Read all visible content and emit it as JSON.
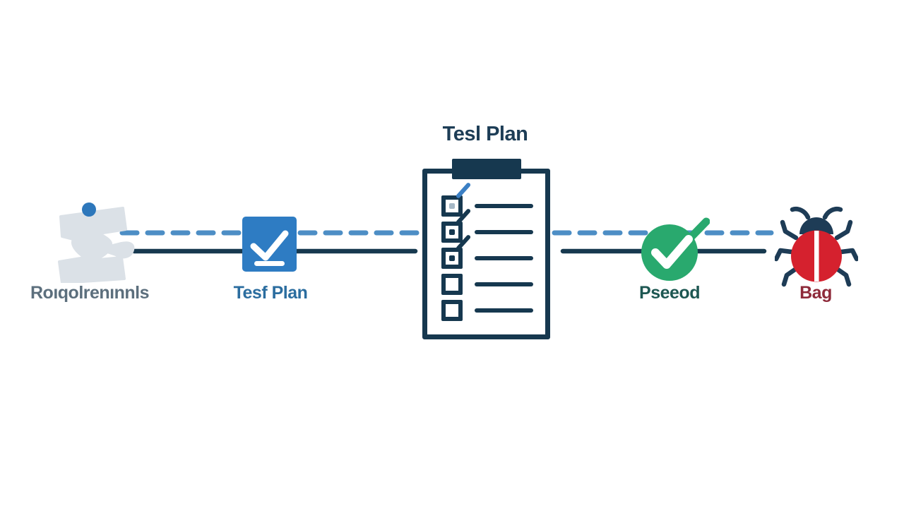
{
  "diagram": {
    "title": "Tesl Plan",
    "steps": [
      {
        "name": "requirements",
        "label": "Roıqolrenınnls",
        "icon": "puzzle-piece-icon"
      },
      {
        "name": "test-plan",
        "label": "Tesf Plan",
        "icon": "check-square-icon"
      },
      {
        "name": "test-plan-document",
        "label": "Tesl Plan",
        "icon": "clipboard-checklist-icon"
      },
      {
        "name": "passed",
        "label": "Pseeod",
        "icon": "check-circle-icon"
      },
      {
        "name": "bug",
        "label": "Bag",
        "icon": "bug-icon"
      }
    ],
    "checklist": {
      "total_items": 5,
      "checked_items": 3
    },
    "colors": {
      "dashed_connector": "#4d8ec5",
      "solid_connector": "#17394f",
      "puzzle_gray": "#dbe1e7",
      "accent_blue": "#2e7cc3",
      "dark_navy": "#16384f",
      "success_green": "#29a96e",
      "bug_red": "#d5212e",
      "requirements_label_color": "#5c6f7d",
      "test_plan_label_color": "#2b6d9f",
      "title_color": "#1d3d56",
      "passed_label_color": "#1d5752",
      "bug_label_color": "#8e2a3a"
    }
  }
}
